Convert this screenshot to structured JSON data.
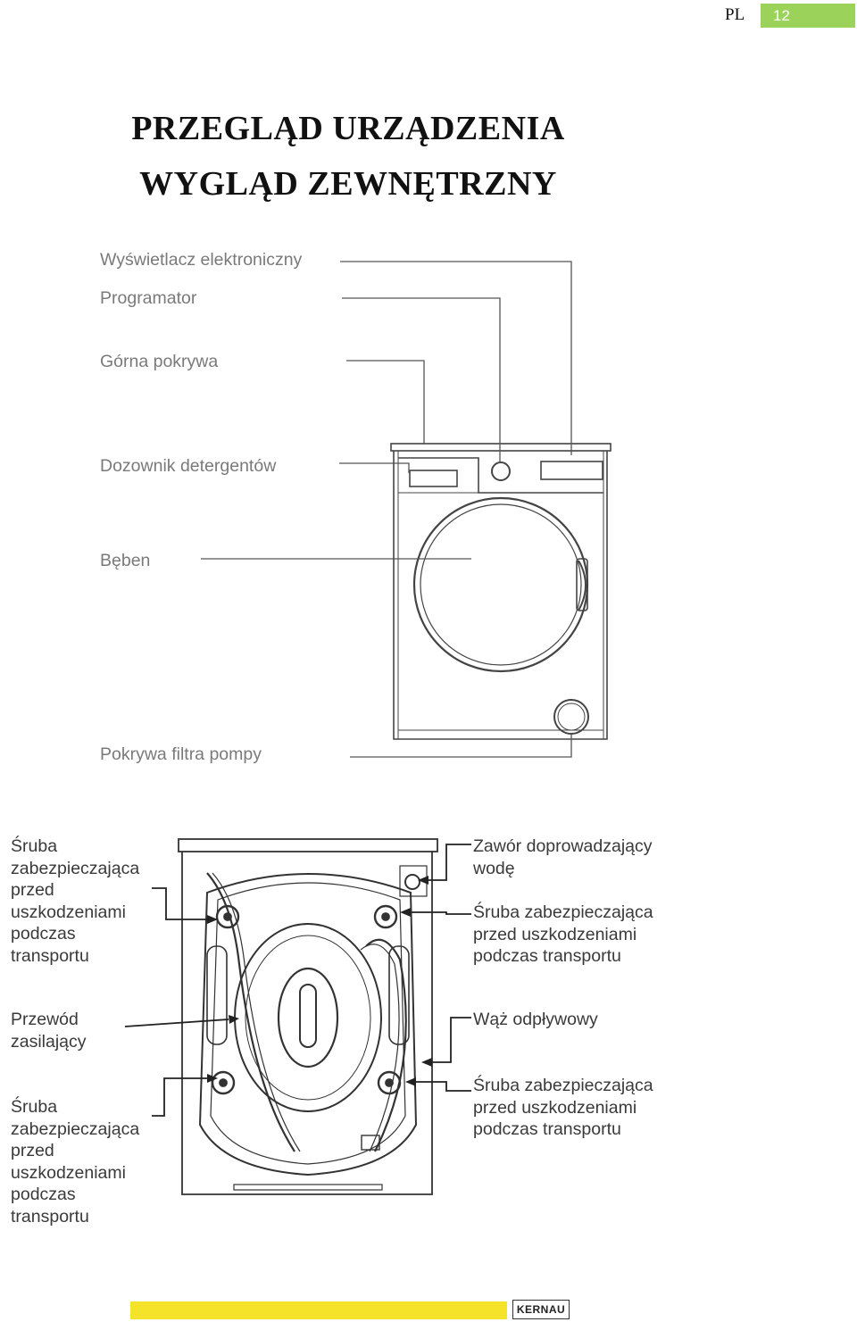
{
  "header": {
    "lang": "PL",
    "page": "12"
  },
  "titles": {
    "line1": "PRZEGLĄD URZĄDZENIA",
    "line2": "WYGLĄD ZEWNĘTRZNY"
  },
  "front_labels": {
    "display": "Wyświetlacz elektroniczny",
    "programmer": "Programator",
    "top_cover": "Górna pokrywa",
    "dispenser": "Dozownik detergentów",
    "drum": "Bęben",
    "pump_cover": "Pokrywa filtra pompy"
  },
  "back_labels": {
    "left_top_screw": "Śruba\nzabezpieczająca\nprzed\nuszkodzeniami\npodczas\ntransportu",
    "power_cord": "Przewód\nzasilający",
    "left_bottom_screw": "Śruba\nzabezpieczająca\nprzed\nuszkodzeniami\npodczas\ntransportu",
    "inlet_valve": "Zawór  doprowadzający\nwodę",
    "right_top_screw": "Śruba  zabezpieczająca\nprzed     uszkodzeniami\npodczas transportu",
    "drain_hose": "Wąż odpływowy",
    "right_bottom_screw": "Śruba  zabezpieczająca\nprzed     uszkodzeniami\npodczas transportu"
  },
  "footer": {
    "brand": "KERNAU"
  },
  "colors": {
    "page_badge": "#9bd35a",
    "footer_bar": "#f5e32a"
  }
}
